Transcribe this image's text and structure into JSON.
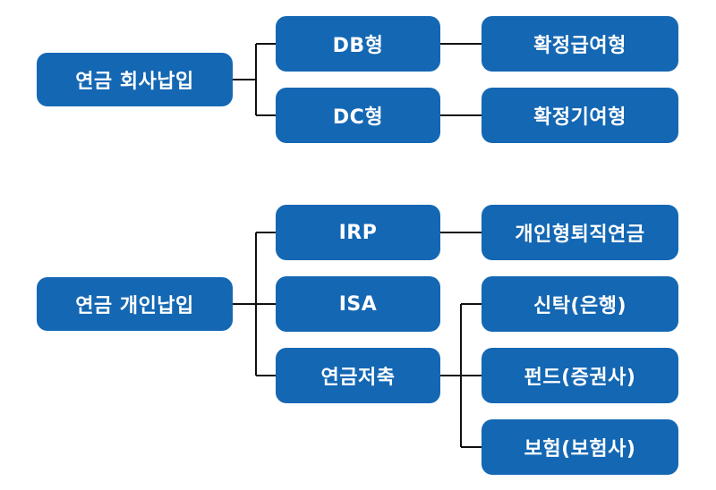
{
  "diagram": {
    "company": {
      "root": "연금 회사납입",
      "db": "DB형",
      "db_child": "확정급여형",
      "dc": "DC형",
      "dc_child": "확정기여형"
    },
    "personal": {
      "root": "연금 개인납입",
      "irp": "IRP",
      "irp_child": "개인형퇴직연금",
      "isa": "ISA",
      "savings": "연금저축",
      "savings_children": [
        "신탁(은행)",
        "펀드(증권사)",
        "보험(보험사)"
      ]
    }
  },
  "colors": {
    "node_fill": "#1467b3",
    "node_text": "#ffffff",
    "connector": "#111111"
  }
}
